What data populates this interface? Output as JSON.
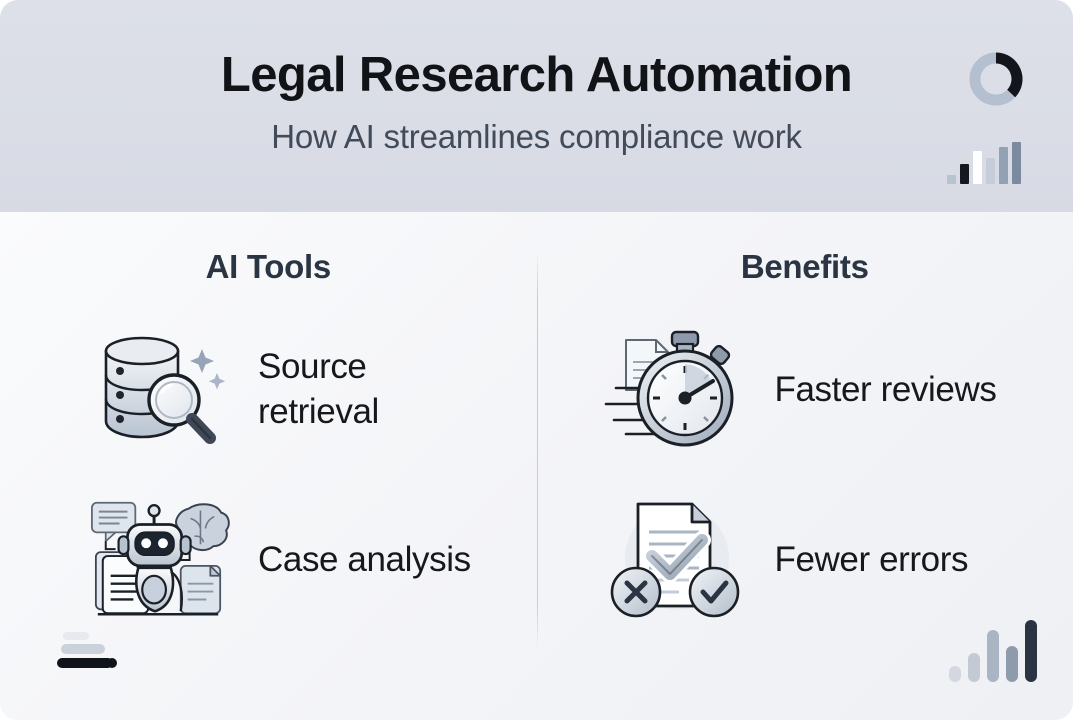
{
  "header": {
    "title": "Legal Research Automation",
    "subtitle": "How AI streamlines compliance work",
    "bg_color": "#dcdfe8",
    "title_color": "#111317",
    "subtitle_color": "#414b5a"
  },
  "decorations": {
    "donut": {
      "name": "donut-chart-icon",
      "track_color": "#b4c0cf",
      "segment_color": "#12161c",
      "segment_percent": 30
    },
    "header_bars": {
      "name": "bar-chart-icon",
      "values": [
        22,
        48,
        78,
        62,
        88,
        100
      ],
      "colors": [
        "#b9c2cf",
        "#15191f",
        "#ffffff",
        "#c6cdd8",
        "#93a1b4",
        "#7b8a9e"
      ]
    },
    "footer_bars": {
      "name": "bar-chart-icon",
      "values": [
        26,
        46,
        84,
        58,
        100
      ],
      "colors": [
        "#d3d8e0",
        "#c3cad4",
        "#aab5c3",
        "#8e9bad",
        "#2b3442"
      ]
    },
    "footer_lines": {
      "name": "text-lines-icon",
      "widths": [
        26,
        44,
        56
      ],
      "colors": [
        "#e6e9ee",
        "#cbd1da",
        "#10131a"
      ],
      "dot_color": "#10131a"
    }
  },
  "body": {
    "divider_color": "#c6cbd6",
    "columns": [
      {
        "heading": "AI Tools",
        "items": [
          {
            "icon": "database-search-icon",
            "label": "Source retrieval"
          },
          {
            "icon": "robot-documents-icon",
            "label": "Case analysis"
          }
        ]
      },
      {
        "heading": "Benefits",
        "items": [
          {
            "icon": "stopwatch-document-icon",
            "label": "Faster reviews"
          },
          {
            "icon": "document-checkmark-icon",
            "label": "Fewer errors"
          }
        ]
      }
    ]
  }
}
